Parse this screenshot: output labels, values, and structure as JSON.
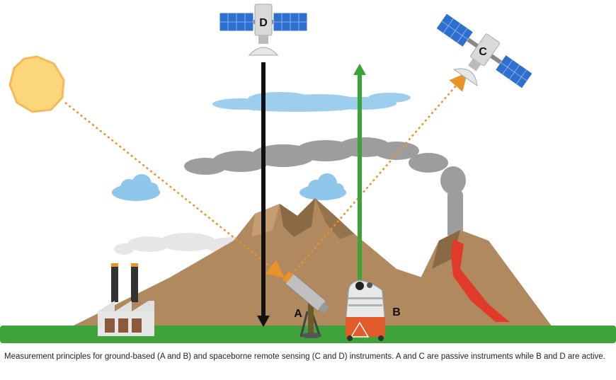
{
  "diagram": {
    "labels": {
      "A": "A",
      "B": "B",
      "C": "C",
      "D": "D"
    },
    "elements": [
      {
        "id": "sun",
        "icon": "sun-icon"
      },
      {
        "id": "satellite-d",
        "icon": "satellite-icon",
        "mode": "active"
      },
      {
        "id": "satellite-c",
        "icon": "satellite-icon",
        "mode": "passive"
      },
      {
        "id": "instrument-a",
        "icon": "telescope-icon",
        "mode": "passive"
      },
      {
        "id": "instrument-b",
        "icon": "lidar-box-icon",
        "mode": "active"
      },
      {
        "id": "volcano",
        "icon": "volcano-icon"
      },
      {
        "id": "factory",
        "icon": "factory-icon"
      }
    ],
    "colors": {
      "ground": "#3ea33a",
      "mountain": "#b08a5e",
      "mountain_dark": "#8a6a45",
      "sun": "#fcd77a",
      "sun_edge": "#f6b85a",
      "cloud_blue": "#8ec6ec",
      "plume": "#8c8c8c",
      "lava": "#e03a2a",
      "sun_path": "#e8922a",
      "active_up": "#3aa535",
      "active_down": "#111111",
      "solar_panel": "#2f6fcf"
    }
  },
  "caption": "Measurement principles for ground-based (A and B) and spaceborne remote sensing (C and D) instruments. A and C are passive instruments while B and D are active."
}
